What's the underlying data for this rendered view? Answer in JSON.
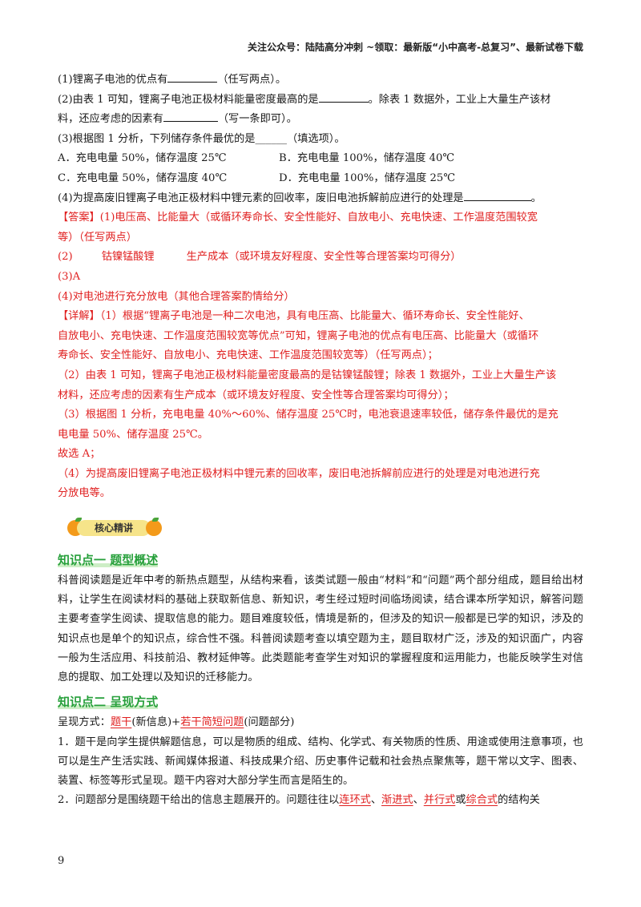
{
  "header": "关注公众号：陆陆高分冲刺 ~领取：最新版“小中高考-总复习”、最新试卷下载",
  "q1": {
    "pre": "(1)锂离子电池的优点有",
    "post": "（任写两点）。"
  },
  "q2": {
    "l1_pre": "(2)由表 1 可知，锂离子电池正极材料能量密度最高的是",
    "l1_post": "。除表 1 数据外，工业上大量生产该材",
    "l2_pre": "料，还应考虑的因素有",
    "l2_post": "（写一条即可）。"
  },
  "q3": {
    "stem": "(3)根据图 1 分析，下列储存条件最优的是______（填选项）。",
    "options": [
      "A．充电电量 50%，储存温度 25℃",
      "B．充电电量 100%，储存温度 40℃",
      "C．充电电量 50%，储存温度 40℃",
      "D．充电电量 100%，储存温度 25℃"
    ]
  },
  "q4": {
    "pre": "(4)为提高废旧锂离子电池正极材料中锂元素的回收率，废旧电池拆解前应进行的处理是",
    "post": "。"
  },
  "answer": {
    "l1": "【答案】(1)电压高、比能量大（或循环寿命长、安全性能好、自放电小、充电快速、工作温度范围较宽",
    "l2": "等）（任写两点）",
    "l3_num": "(2)",
    "l3_a": "钴镍锰酸锂",
    "l3_b": "生产成本（或环境友好程度、安全性等合理答案均可得分）",
    "l4": "(3)A",
    "l5": "(4)对电池进行充分放电（其他合理答案酌情给分）"
  },
  "detail": [
    "【详解】（1）根据“锂离子电池是一种二次电池，具有电压高、比能量大、循环寿命长、安全性能好、",
    "自放电小、充电快速、工作温度范围较宽等优点”可知，锂离子电池的优点有电压高、比能量大（或循环",
    "寿命长、安全性能好、自放电小、充电快速、工作温度范围较宽等）（任写两点）；",
    "（2）由表 1 可知，锂离子电池正极材料能量密度最高的是钴镍锰酸锂；除表 1 数据外，工业上大量生产该",
    "材料，还应考虑的因素有生产成本（或环境友好程度、安全性等合理答案均可得分）；",
    "（3）根据图 1 分析，充电电量 40%～60%、储存温度 25℃时，电池衰退速率较低，储存条件最优的是充",
    "电电量 50%、储存温度 25℃。",
    "故选 A；",
    "（4）为提高废旧锂离子电池正极材料中锂元素的回收率，废旧电池拆解前应进行的处理是对电池进行充",
    "分放电等。"
  ],
  "banner": "核心精讲",
  "kp1": {
    "title": "知识点一    题型概述",
    "body": "科普阅读题是近年中考的新热点题型，从结构来看，该类试题一般由“材料”和“问题”两个部分组成，题目给出材料，让学生在阅读材料的基础上获取新信息、新知识，考生经过短时间临场阅读，结合课本所学知识，解答问题主要考查学生阅读、提取信息的能力。题目难度较低，情境是新的，但涉及的知识一般都是已学的知识，涉及的知识点也是单个的知识点，综合性不强。科普阅读题考查以填空题为主，题目取材广泛，涉及的知识面广，内容一般为生活应用、科技前沿、教材延伸等。此类题能考查学生对知识的掌握程度和运用能力，也能反映学生对信息的提取、加工处理以及知识的迁移能力。"
  },
  "kp2": {
    "title": "知识点二    呈现方式",
    "intro_pre": "呈现方式：",
    "intro_u1": "题干",
    "intro_mid": "(新信息)+",
    "intro_u2": "若干简短问题",
    "intro_post": "(问题部分)",
    "p1": "1．题干是向学生提供解题信息，可以是物质的组成、结构、化学式、有关物质的性质、用途或使用注意事项，也可以是生产生活实践、新闻媒体报道、科技成果介绍、历史事件记载和社会热点聚焦等，题干常以文字、图表、装置、标签等形式呈现。题干内容对大部分学生而言是陌生的。",
    "p2_pre": "2．问题部分是围绕题干给出的信息主题展开的。问题往往以",
    "p2_u1": "连环式",
    "p2_s1": "、",
    "p2_u2": "渐进式",
    "p2_s2": "、",
    "p2_u3": "并行式",
    "p2_s3": "或",
    "p2_u4": "综合式",
    "p2_post": "的结构关"
  },
  "page_number": "9"
}
